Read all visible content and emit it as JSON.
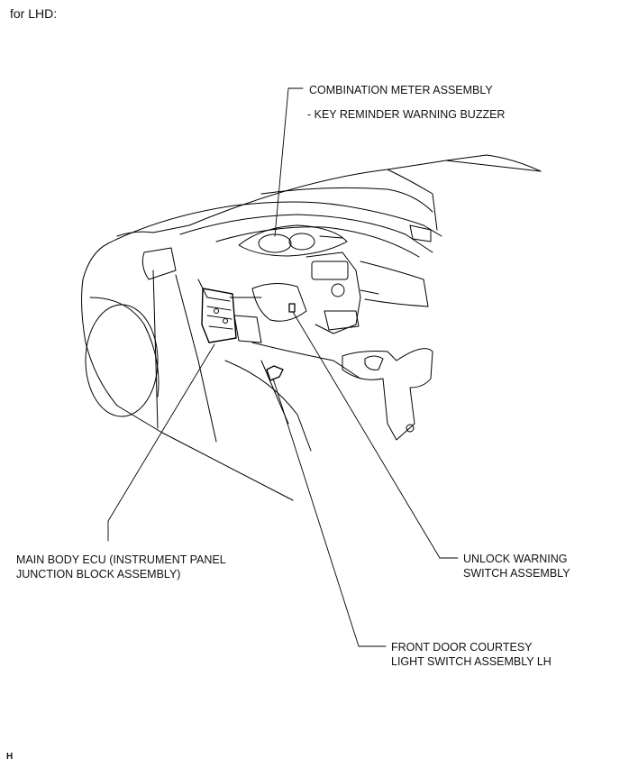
{
  "header": {
    "variant": "for LHD:"
  },
  "labels": {
    "combination_meter": "COMBINATION METER ASSEMBLY",
    "key_reminder": "- KEY REMINDER WARNING BUZZER",
    "main_body_ecu": [
      "MAIN BODY ECU (INSTRUMENT PANEL",
      "JUNCTION BLOCK ASSEMBLY)"
    ],
    "unlock_warning": [
      "UNLOCK WARNING",
      "SWITCH ASSEMBLY"
    ],
    "front_door_courtesy": [
      "FRONT DOOR COURTESY",
      "LIGHT SWITCH ASSEMBLY LH"
    ]
  },
  "footer": {
    "code": "H"
  }
}
